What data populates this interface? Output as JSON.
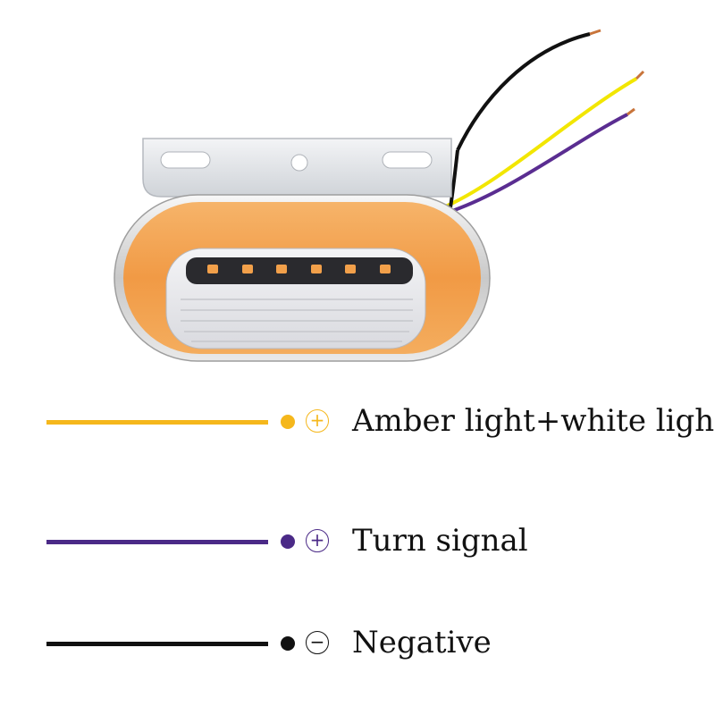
{
  "colors": {
    "amber_wire": "#f5b71c",
    "yellow_wire": "#f2e600",
    "purple_wire": "#4b2a87",
    "black_wire": "#111111",
    "lamp_amber": "#f2a24e",
    "bracket": "#e6e8ec"
  },
  "legend": [
    {
      "label": "Amber light+white ligh",
      "color": "#f5b71c",
      "terminal": "+",
      "terminal_icon": "plus-circle-icon"
    },
    {
      "label": "Turn signal",
      "color": "#4b2a87",
      "terminal": "+",
      "terminal_icon": "plus-circle-icon"
    },
    {
      "label": "Negative",
      "color": "#111111",
      "terminal": "−",
      "terminal_icon": "minus-circle-icon"
    }
  ]
}
